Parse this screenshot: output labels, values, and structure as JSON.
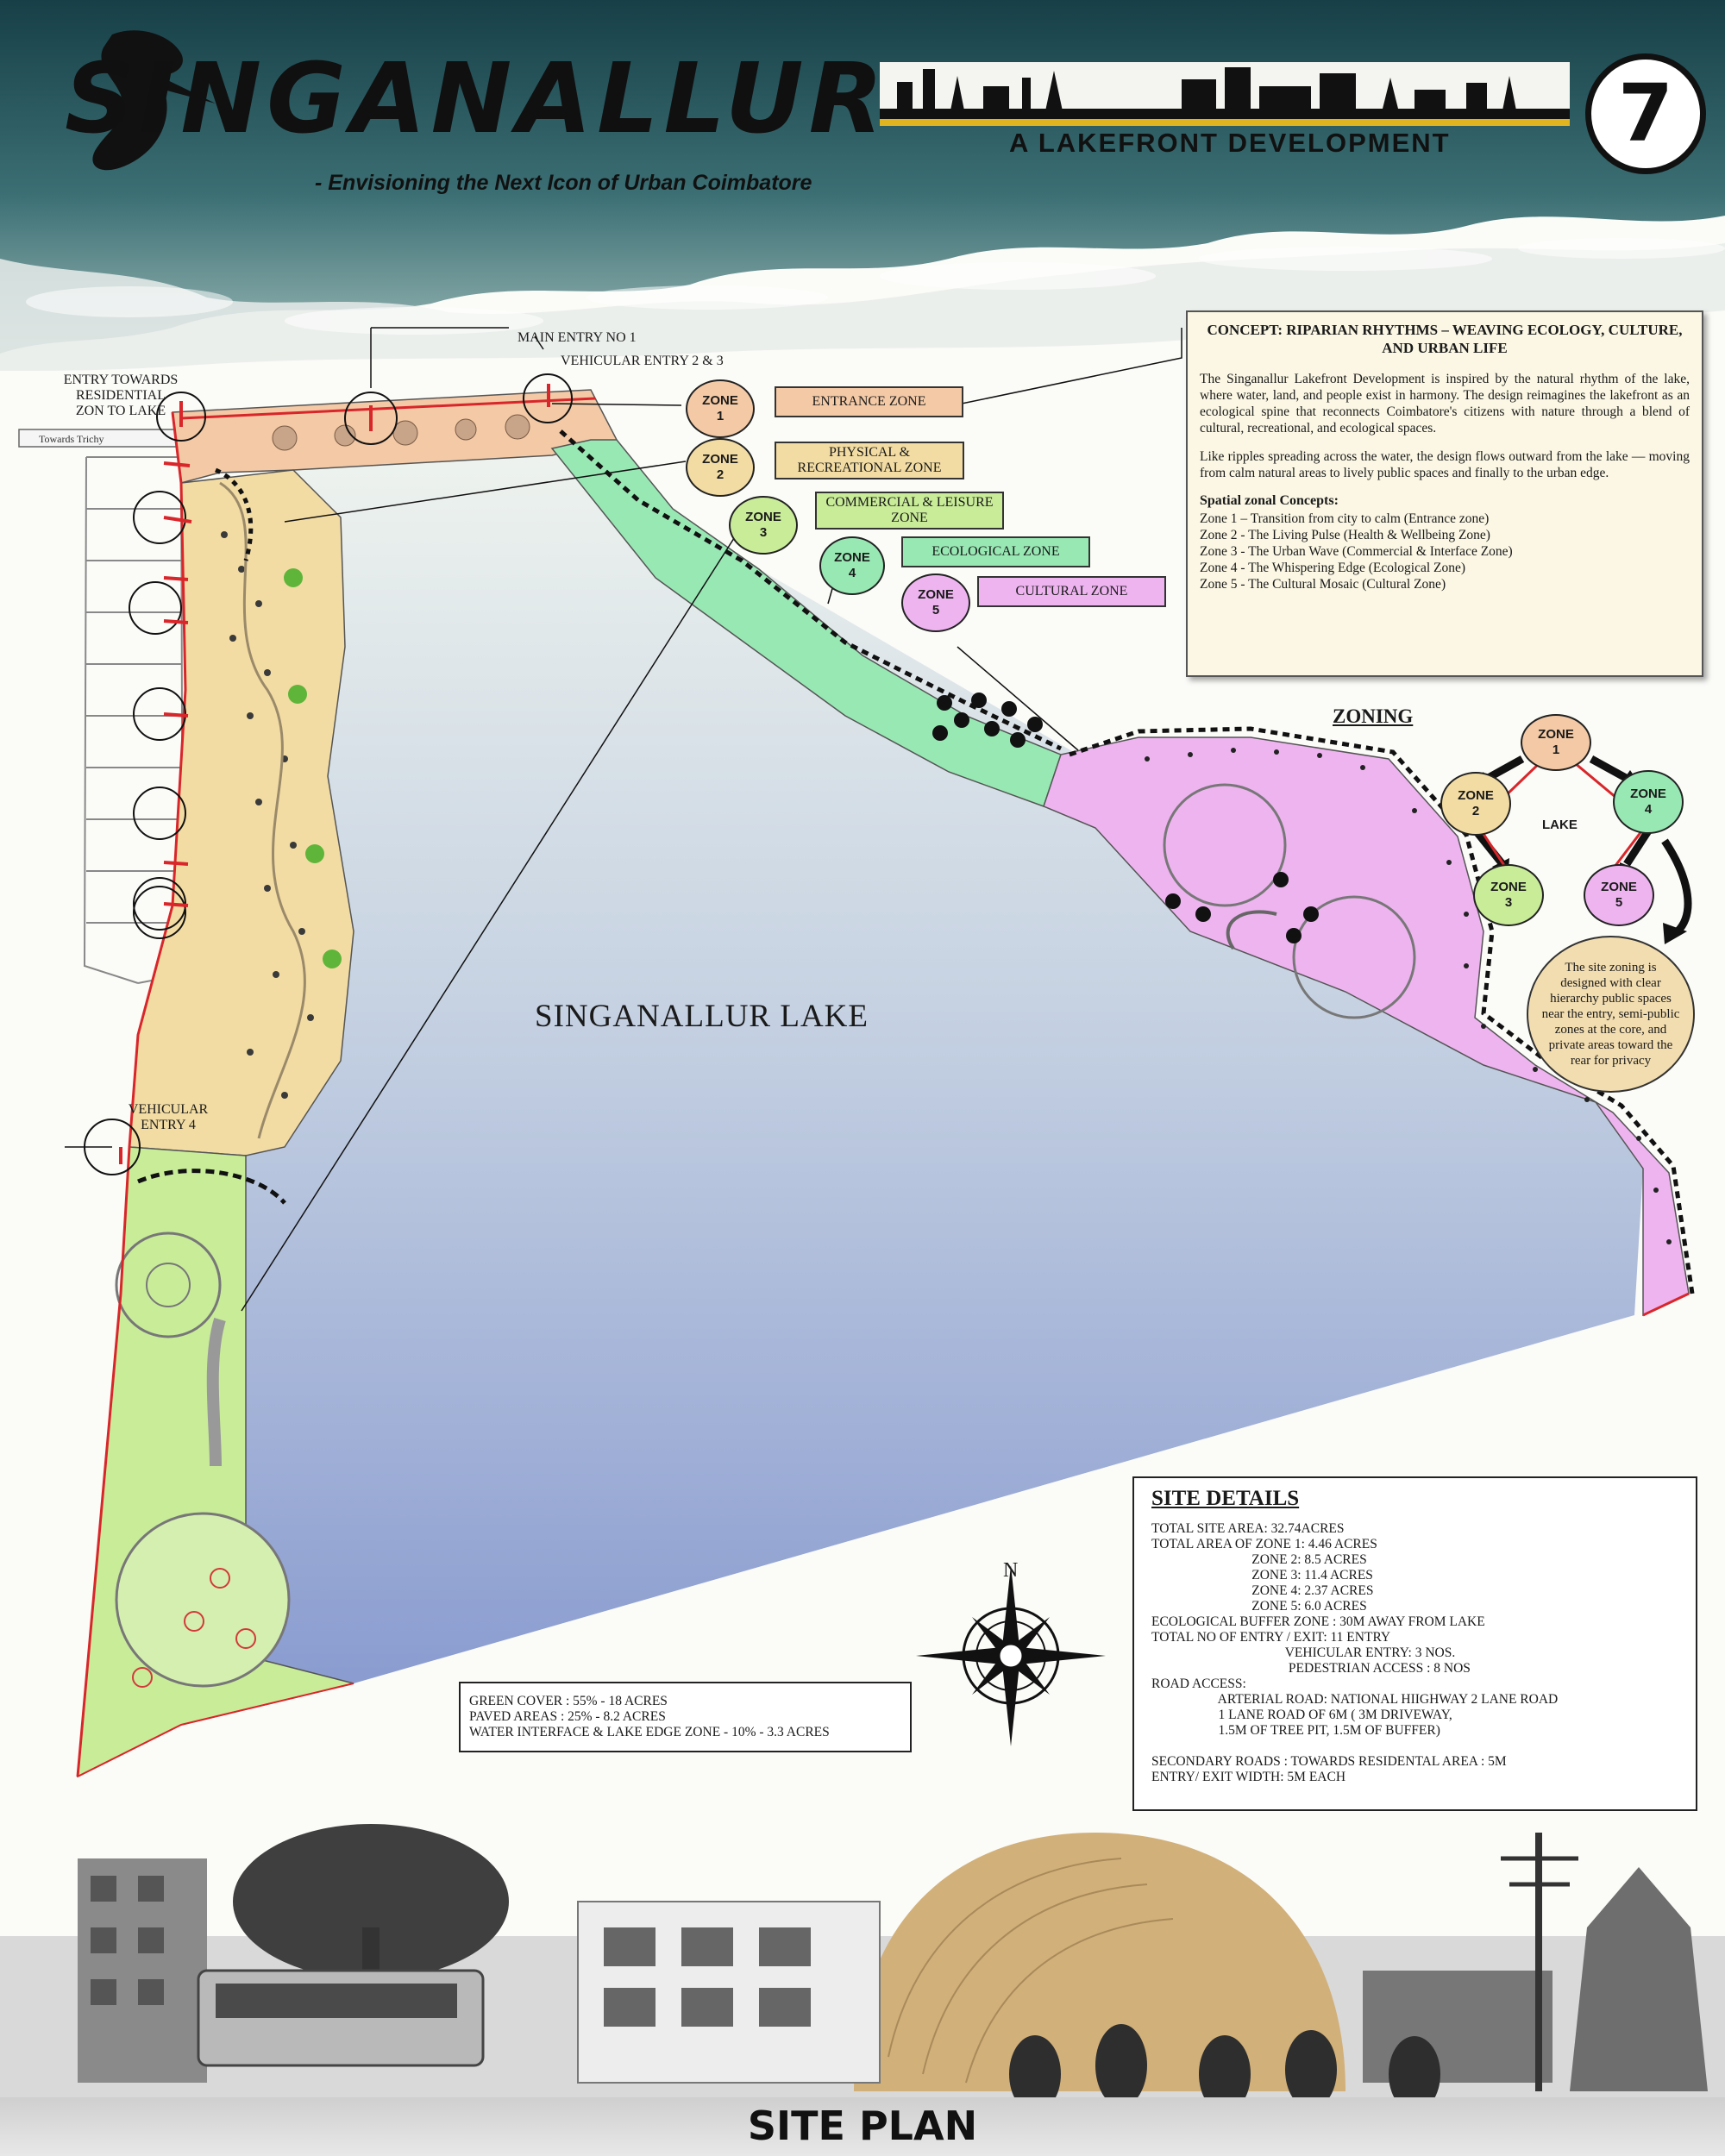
{
  "header": {
    "title": "SINGANALLUR",
    "subtitle": "- Envisioning the Next Icon of Urban Coimbatore",
    "tagline": "A LAKEFRONT DEVELOPMENT",
    "sheet_number": "7"
  },
  "plan_labels": {
    "entry_residential": "ENTRY TOWARDS RESIDENTIAL ZON TO LAKE",
    "towards_trichy": "Towards Trichy",
    "main_entry": "MAIN ENTRY NO 1",
    "vehicular_entry_2_3": "VEHICULAR ENTRY 2 & 3",
    "vehicular_entry_4": "VEHICULAR ENTRY 4",
    "lake": "SINGANALLUR LAKE"
  },
  "zones": [
    {
      "bubble_line1": "ZONE",
      "bubble_line2": "1",
      "legend": "ENTRANCE ZONE",
      "color": "#f3c9a6"
    },
    {
      "bubble_line1": "ZONE",
      "bubble_line2": "2",
      "legend": "PHYSICAL & RECREATIONAL ZONE",
      "color": "#f2dca3"
    },
    {
      "bubble_line1": "ZONE",
      "bubble_line2": "3",
      "legend": "COMMERCIAL & LEISURE ZONE",
      "color": "#c9ec99"
    },
    {
      "bubble_line1": "ZONE",
      "bubble_line2": "4",
      "legend": "ECOLOGICAL ZONE",
      "color": "#98e8b4"
    },
    {
      "bubble_line1": "ZONE",
      "bubble_line2": "5",
      "legend": "CULTURAL ZONE",
      "color": "#eeb4f0"
    }
  ],
  "concept": {
    "title": "CONCEPT: RIPARIAN RHYTHMS – WEAVING ECOLOGY, CULTURE, AND URBAN LIFE",
    "para1": "The Singanallur Lakefront Development is inspired by the natural rhythm of the lake, where water, land, and people exist in harmony. The design reimagines the lakefront as an ecological spine that reconnects Coimbatore's citizens with nature through a blend of cultural, recreational, and ecological spaces.",
    "para2": "Like ripples spreading across the water, the design flows outward from the lake — moving from calm natural areas to lively public spaces and finally to the urban edge.",
    "zones_title": "Spatial zonal Concepts:",
    "zone_concepts": [
      "Zone 1 –  Transition from city to calm (Entrance zone)",
      "Zone 2 - The Living Pulse (Health & Wellbeing Zone)",
      "Zone 3 - The Urban Wave (Commercial & Interface Zone)",
      "Zone 4 - The Whispering Edge (Ecological Zone)",
      "Zone 5 - The Cultural Mosaic (Cultural Zone)"
    ]
  },
  "zoning": {
    "title": "ZONING",
    "center": "LAKE",
    "note": "The site zoning is designed with clear hierarchy public spaces near the entry, semi-public zones at the core, and private areas toward the rear for privacy"
  },
  "site_details": {
    "title": "SITE DETAILS",
    "lines": [
      "TOTAL SITE AREA: 32.74ACRES",
      "TOTAL AREA OF ZONE 1: 4.46 ACRES",
      "                              ZONE 2: 8.5 ACRES",
      "                              ZONE 3: 11.4 ACRES",
      "                              ZONE 4: 2.37 ACRES",
      "                              ZONE 5: 6.0 ACRES",
      "ECOLOGICAL BUFFER ZONE : 30M AWAY FROM LAKE",
      "TOTAL NO OF ENTRY / EXIT: 11 ENTRY",
      "                                        VEHICULAR ENTRY: 3 NOS.",
      "                                         PEDESTRIAN ACCESS : 8 NOS",
      "ROAD ACCESS:",
      "                    ARTERIAL ROAD: NATIONAL HIIGHWAY 2 LANE ROAD",
      "                    1 LANE ROAD OF 6M ( 3M DRIVEWAY,",
      "                    1.5M OF TREE PIT, 1.5M OF BUFFER)",
      "",
      "SECONDARY ROADS : TOWARDS RESIDENTAL AREA : 5M",
      "ENTRY/ EXIT WIDTH: 5M EACH"
    ]
  },
  "coverage": {
    "lines": [
      "GREEN COVER : 55% - 18 ACRES",
      "PAVED AREAS : 25% - 8.2 ACRES",
      "WATER INTERFACE & LAKE EDGE ZONE - 10% - 3.3 ACRES"
    ]
  },
  "compass": {
    "north": "N"
  },
  "footer": {
    "title": "SITE PLAN"
  },
  "colors": {
    "sea": "#1f4e55",
    "lake_top": "#eef3ee",
    "lake_bottom": "#8a9cd0",
    "boundary": "#d8262a"
  }
}
